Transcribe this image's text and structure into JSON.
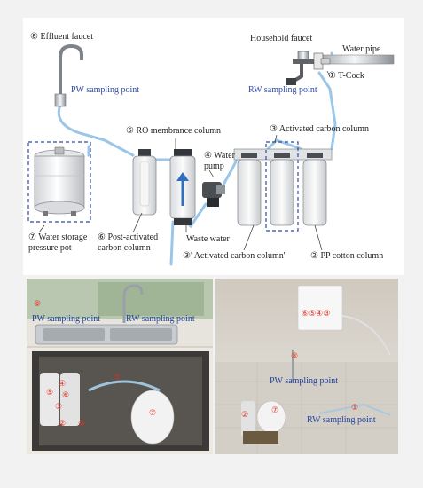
{
  "labels": {
    "effluent_faucet": "⑧ Effluent faucet",
    "household_faucet": "Household faucet",
    "water_pipe": "Water pipe",
    "t_cock": "① T-Cock",
    "pw_sampling": "PW sampling point",
    "rw_sampling": "RW sampling point",
    "ro_column": "⑤ RO membrance column",
    "activated_carbon": "③ Activated carbon column",
    "water_pump_1": "④ Water",
    "water_pump_2": "pump",
    "waste_water": "Waste water",
    "storage_pot_1": "⑦ Water storage",
    "storage_pot_2": "pressure pot",
    "post_carbon_1": "⑥ Post-activated",
    "post_carbon_2": "carbon column",
    "carbon_prime": "③' Activated carbon column'",
    "pp_cotton": "② PP cotton column"
  },
  "photo_left": {
    "pw_sampling": "PW sampling point",
    "rw_sampling": "RW sampling point",
    "badge_8": "⑧",
    "badge_1": "①",
    "badge_7": "⑦",
    "badge_4": "④",
    "badge_5": "⑤",
    "badge_6": "⑥",
    "badge_3": "③",
    "badge_2": "②",
    "badge_3p": "③"
  },
  "photo_right": {
    "unit_badges": "⑥⑤④③",
    "badge_8": "⑧",
    "pw_sampling": "PW sampling point",
    "rw_sampling": "RW sampling point",
    "badge_1": "①",
    "badge_7": "⑦",
    "badge_2": "②"
  },
  "colors": {
    "pipe": "#9cc6e8",
    "label_blue": "#2f4aa8",
    "badge_red": "#e03020"
  }
}
